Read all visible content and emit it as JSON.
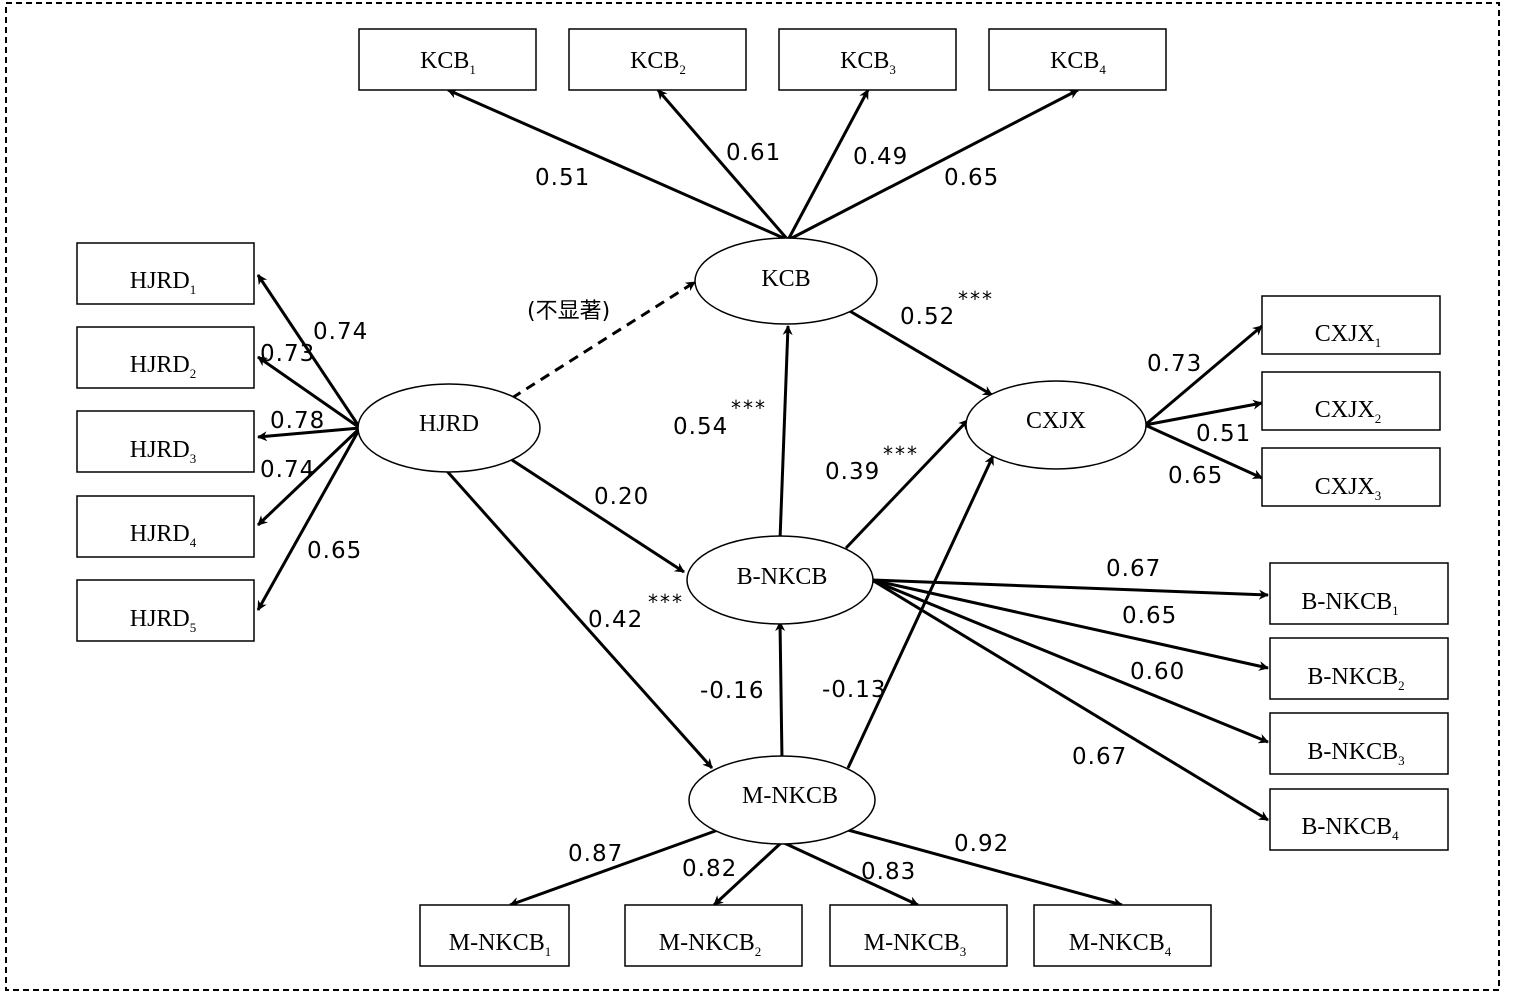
{
  "nodes": {
    "kcb": "KCB",
    "hjrd": "HJRD",
    "cxjx": "CXJX",
    "bnkcb": "B-NKCB",
    "mnkcb": "M-NKCB"
  },
  "indicators": {
    "kcb": [
      {
        "base": "KCB",
        "sub": "1"
      },
      {
        "base": "KCB",
        "sub": "2"
      },
      {
        "base": "KCB",
        "sub": "3"
      },
      {
        "base": "KCB",
        "sub": "4"
      }
    ],
    "hjrd": [
      {
        "base": "HJRD",
        "sub": "1"
      },
      {
        "base": "HJRD",
        "sub": "2"
      },
      {
        "base": "HJRD",
        "sub": "3"
      },
      {
        "base": "HJRD",
        "sub": "4"
      },
      {
        "base": "HJRD",
        "sub": "5"
      }
    ],
    "cxjx": [
      {
        "base": "CXJX",
        "sub": "1"
      },
      {
        "base": "CXJX",
        "sub": "2"
      },
      {
        "base": "CXJX",
        "sub": "3"
      }
    ],
    "bnkcb": [
      {
        "base": "B-NKCB",
        "sub": "1"
      },
      {
        "base": "B-NKCB",
        "sub": "2"
      },
      {
        "base": "B-NKCB",
        "sub": "3"
      },
      {
        "base": "B-NKCB",
        "sub": "4"
      }
    ],
    "mnkcb": [
      {
        "base": "M-NKCB",
        "sub": "1"
      },
      {
        "base": "M-NKCB",
        "sub": "2"
      },
      {
        "base": "M-NKCB",
        "sub": "3"
      },
      {
        "base": "M-NKCB",
        "sub": "4"
      }
    ]
  },
  "loadings": {
    "kcb": [
      "0.51",
      "0.61",
      "0.49",
      "0.65"
    ],
    "hjrd": [
      "0.74",
      "0.73",
      "0.78",
      "0.74",
      "0.65"
    ],
    "cxjx": [
      "0.73",
      "0.51",
      "0.65"
    ],
    "bnkcb": [
      "0.67",
      "0.65",
      "0.60",
      "0.67"
    ],
    "mnkcb": [
      "0.87",
      "0.82",
      "0.83",
      "0.92"
    ]
  },
  "paths": {
    "hjrd_kcb_note": "(不显著)",
    "kcb_cxjx": "0.52",
    "kcb_cxjx_sig": "***",
    "bnkcb_kcb": "0.54",
    "bnkcb_kcb_sig": "***",
    "bnkcb_cxjx": "0.39",
    "bnkcb_cxjx_sig": "***",
    "hjrd_bnkcb": "0.20",
    "hjrd_bnkcb_sig": "***",
    "hjrd_mnkcb": "0.42",
    "mnkcb_bnkcb": "-0.16",
    "mnkcb_cxjx": "-0.13"
  },
  "colors": {
    "line": "#000000",
    "background": "#ffffff"
  }
}
